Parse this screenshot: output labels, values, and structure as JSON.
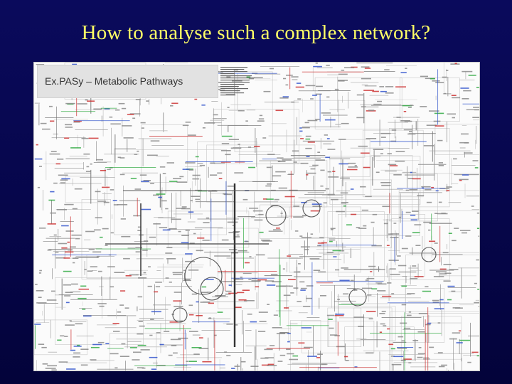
{
  "slide": {
    "title": "How to analyse such a complex network?"
  },
  "map": {
    "label": "Ex.PASy – Metabolic Pathways",
    "image_kind": "metabolic pathway wall chart (dense network diagram)",
    "colors": {
      "background": "#fbfbfb",
      "ink": "#555555",
      "red": "#cc3333",
      "blue": "#3355cc",
      "green": "#33aa44"
    }
  },
  "theme": {
    "background_top": "#0a0a5c",
    "background_bottom": "#03033a",
    "title_color": "#ffff66"
  }
}
